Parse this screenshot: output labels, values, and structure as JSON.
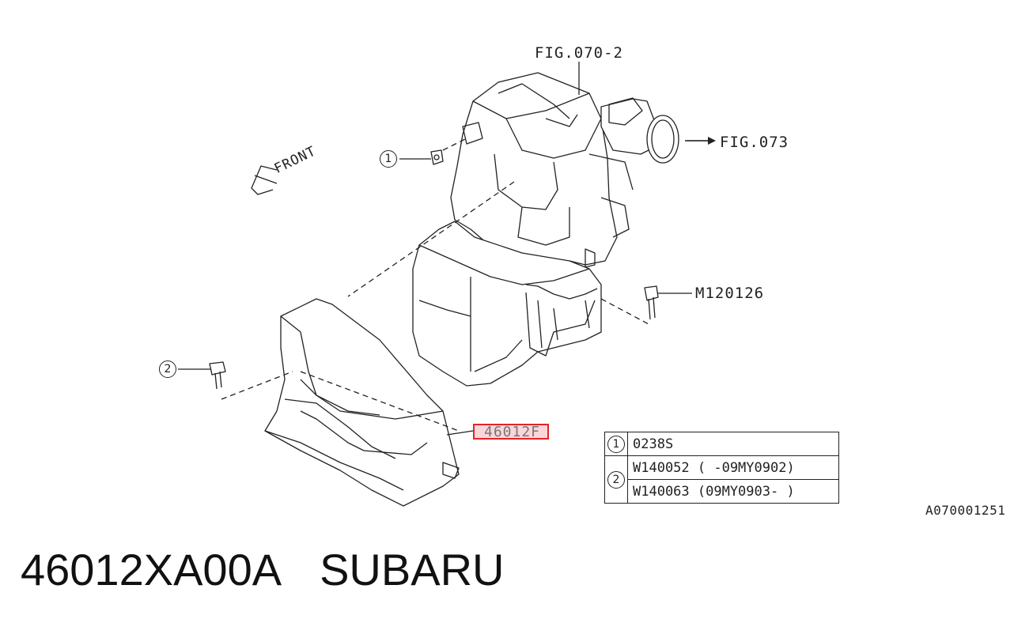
{
  "labels": {
    "fig_upper": "FIG.070-2",
    "fig_right": "FIG.073",
    "front": "FRONT",
    "bolt": "M120126",
    "callout_1": "1",
    "callout_2": "2",
    "highlighted_part": "46012F"
  },
  "reference_table": {
    "rows": [
      {
        "key": "1",
        "values": [
          "0238S"
        ]
      },
      {
        "key": "2",
        "values": [
          "W140052 ( -09MY0902)",
          "W140063 (09MY0903- )"
        ]
      }
    ]
  },
  "diagram_code": "A070001251",
  "caption": {
    "part_number": "46012XA00A",
    "brand": "SUBARU"
  },
  "colors": {
    "highlight": "#e0242b",
    "line": "#222222"
  }
}
